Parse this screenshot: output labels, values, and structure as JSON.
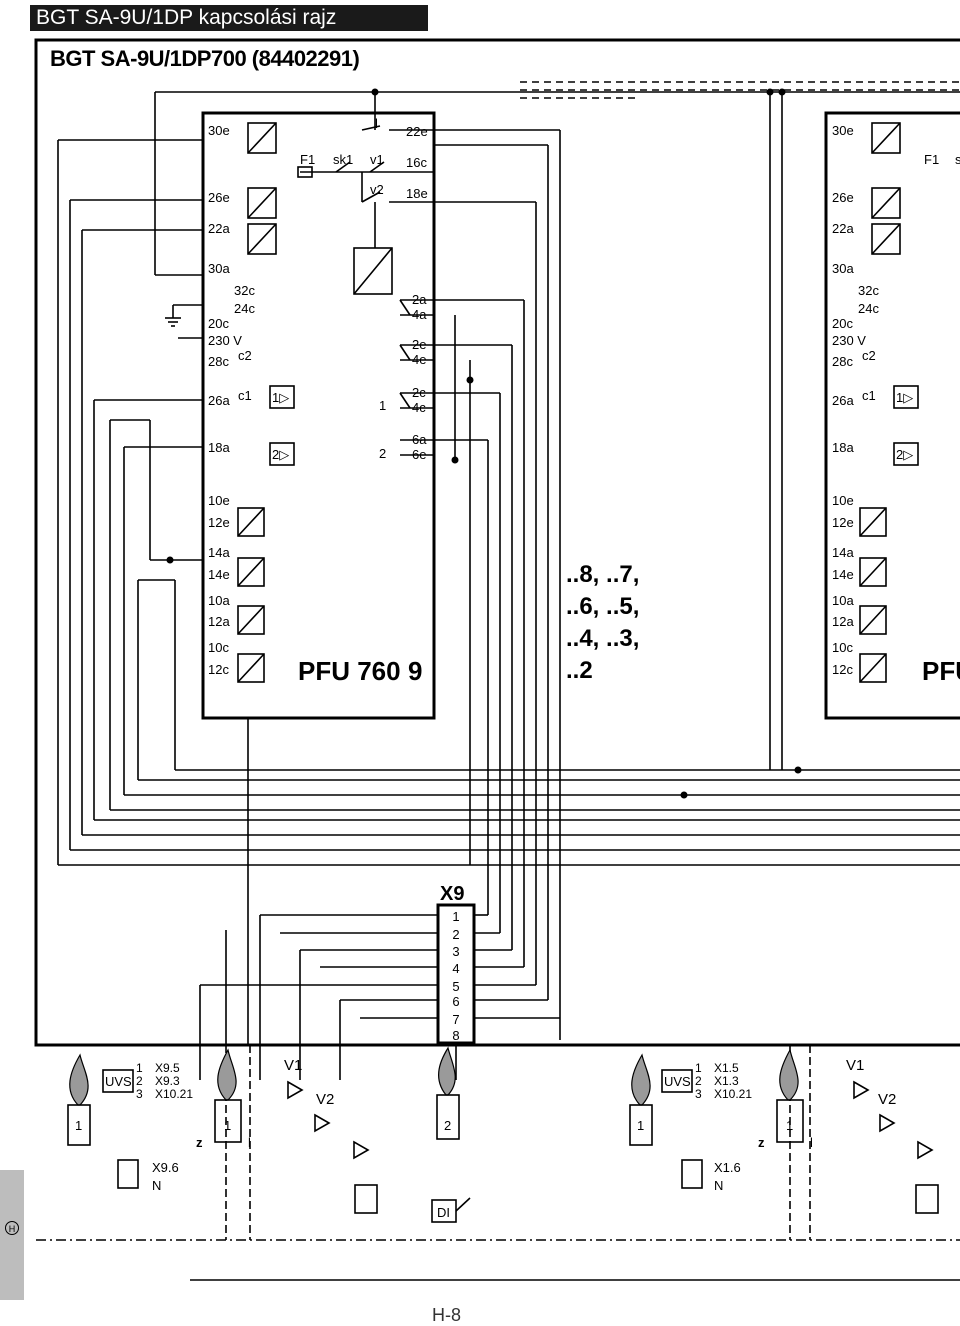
{
  "header": {
    "title": "BGT SA-9U/1DP kapcsolási rajz"
  },
  "subtitle": "BGT SA-9U/1DP700 (84402291)",
  "module": {
    "name": "PFU 760",
    "index": "9",
    "name_cut": "PFU",
    "more_modules": [
      "..8, ..7,",
      "..6, ..5,",
      "..4, ..3,",
      "..2"
    ]
  },
  "terminals": {
    "t30e": "30e",
    "t26e": "26e",
    "t22a": "22a",
    "t30a": "30a",
    "t32c": "32c",
    "t24c": "24c",
    "t20c": "20c",
    "v230": "230 V",
    "t28c": "28c",
    "c2": "c2",
    "t26a": "26a",
    "c1": "c1",
    "t18a": "18a",
    "r22e": "22e",
    "r16c": "16c",
    "r18e": "18e",
    "r2a": "2a",
    "r4a": "4a",
    "r2e": "2e",
    "r4e": "4e",
    "r2c": "2c",
    "r4c": "4c",
    "r6a": "6a",
    "r6e": "6e",
    "b10e": "10e",
    "b12e": "12e",
    "b14a": "14a",
    "b14e": "14e",
    "b10a": "10a",
    "b12a": "12a",
    "b10c": "10c",
    "b12c": "12c",
    "F1": "F1",
    "sk1": "sk1",
    "v1": "v1",
    "v2": "v2",
    "l": "l",
    "one": "1",
    "two": "2",
    "one_tri": "1▷",
    "two_tri": "2▷",
    "s": "s"
  },
  "x9": {
    "title": "X9",
    "pins": [
      "1",
      "2",
      "3",
      "4",
      "5",
      "6",
      "7",
      "8"
    ]
  },
  "field": {
    "uvs": "UVS",
    "uvs_pins": [
      "1",
      "2",
      "3"
    ],
    "x9_labels": [
      "X9.5",
      "X9.3",
      "X10.21"
    ],
    "x9_6": "X9.6",
    "n": "N",
    "x1_labels": [
      "X1.5",
      "X1.3",
      "X10.21"
    ],
    "x1_6": "X1.6",
    "z": "z",
    "l": "l",
    "one": "1",
    "two": "2",
    "V1": "V1",
    "V2": "V2",
    "DI": "DI"
  },
  "tab_letter": "H",
  "page_number": "H-8"
}
